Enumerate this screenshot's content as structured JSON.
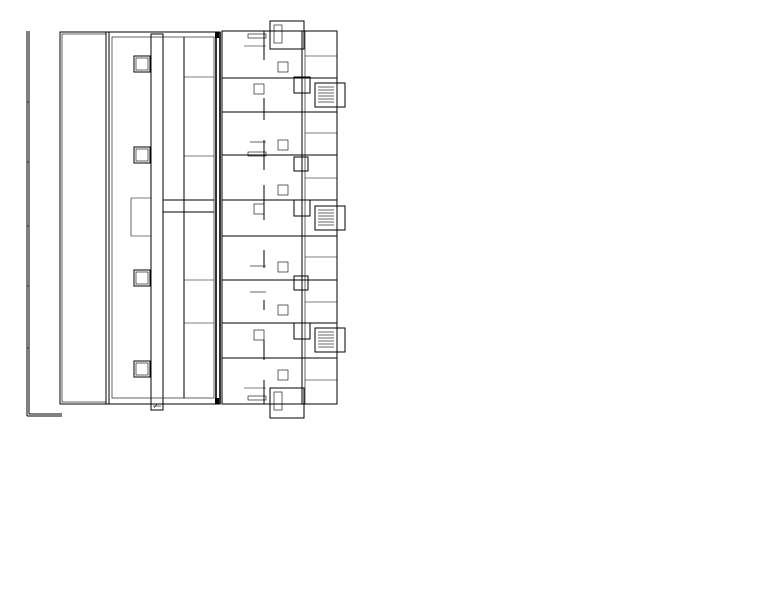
{
  "drawing": {
    "type": "architectural-floor-plan",
    "orientation": "plan-view",
    "colors": {
      "line": "#000000",
      "background": "#ffffff"
    },
    "text_labels": []
  },
  "plan": {
    "left_block": {
      "square_openings": 4
    },
    "right_block": {
      "unit_rows": 9,
      "stair_cores": 3
    }
  }
}
